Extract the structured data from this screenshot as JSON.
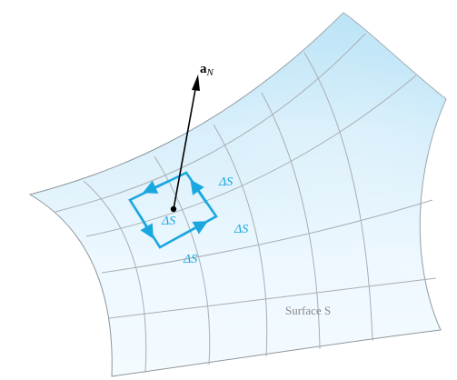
{
  "figure": {
    "labels": {
      "normal_vector_base": "a",
      "normal_vector_subscript": "N",
      "center_element": "ΔS",
      "right_element": "ΔS",
      "top_right_element": "ΔS",
      "bottom_element": "ΔS",
      "surface_name": "Surface S"
    },
    "colors": {
      "surface_fill_light": "#eaf7ff",
      "surface_fill_dark": "#aadcf4",
      "grid_line": "#a9aeb2",
      "edge_line": "#8d969c",
      "loop_color": "#1aa7e0",
      "vector_color": "#000000",
      "surface_label_color": "#8a8a8a"
    }
  }
}
